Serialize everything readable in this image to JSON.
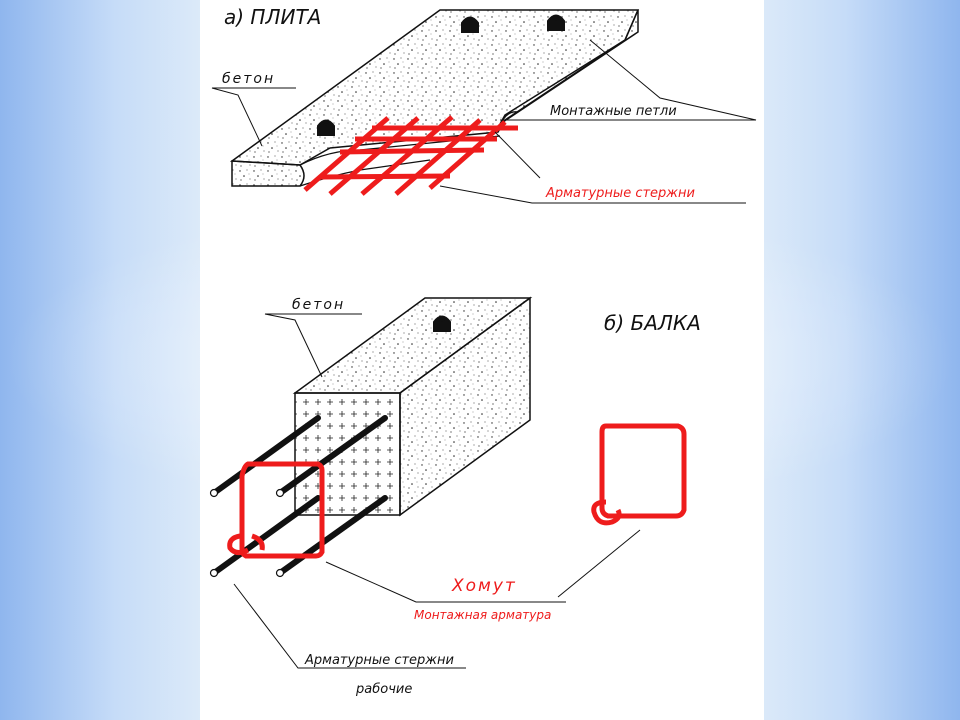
{
  "slab": {
    "title": "а)  ПЛИТА",
    "concrete_label": "бетон",
    "lifting_loops_label": "Монтажные  петли",
    "rebar_label": "Арматурные  стержни"
  },
  "beam": {
    "title": "б)  БАЛКА",
    "concrete_label": "бетон",
    "stirrup_label": "Хомут",
    "mounting_rebar_label": "Монтажная арматура",
    "working_rebar_label": "Арматурные  стержни",
    "working_rebar_sublabel": "рабочие"
  },
  "colors": {
    "rebar_red": "#ee1c1c",
    "ink": "#111111",
    "sheet": "#ffffff",
    "background": "#c6dcf8"
  }
}
